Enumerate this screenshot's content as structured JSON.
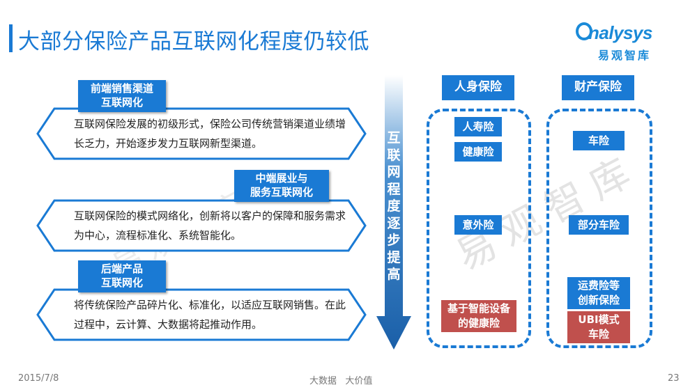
{
  "slide": {
    "title": "大部分保险产品互联网化程度仍较低",
    "page_number": "23",
    "date": "2015/7/8",
    "footer_center": "大数据   大价值",
    "watermark": "易观智库"
  },
  "logo": {
    "text": "nalysys",
    "subtitle": "易观智库"
  },
  "stages": [
    {
      "tag": "前端销售渠道\n互联网化",
      "body": "互联网保险发展的初级形式，保险公司传统营销渠道业绩增长乏力，开始逐步发力互联网新型渠道。"
    },
    {
      "tag": "中端展业与\n服务互联网化",
      "body": "互联网保险的模式网络化，创新将以客户的保障和服务需求为中心，流程标准化、系统智能化。"
    },
    {
      "tag": "后端产品\n互联网化",
      "body": "将传统保险产品碎片化、标准化，以适应互联网销售。在此过程中，云计算、大数据将起推动作用。"
    }
  ],
  "arrow_label": "互联网程度逐步提高",
  "columns": {
    "life": {
      "header": "人身保险",
      "items": [
        "人寿险",
        "健康险",
        "意外险",
        "基于智能设备的健康险"
      ]
    },
    "property": {
      "header": "财产保险",
      "items": [
        "车险",
        "部分车险",
        "运费险等创新保险",
        "UBI模式车险"
      ]
    }
  },
  "colors": {
    "primary": "#1a7ad4",
    "highlight": "#c0504d",
    "arrow_dark": "#1a5fa8"
  }
}
